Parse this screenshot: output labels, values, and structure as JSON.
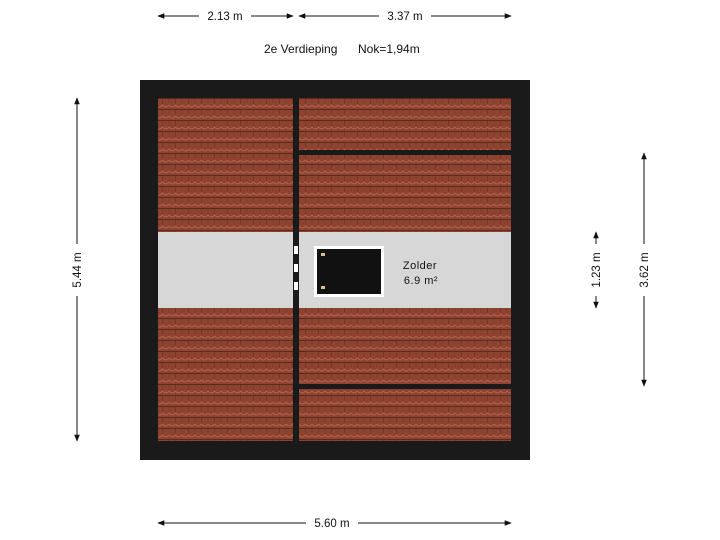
{
  "header": {
    "floor_label": "2e Verdieping",
    "ridge_label": "Nok=1,94m"
  },
  "dimensions": {
    "top_left": "2.13 m",
    "top_right": "3.37 m",
    "bottom": "5.60 m",
    "left": "5.44 m",
    "right_inner": "1.23 m",
    "right_outer": "3.62 m"
  },
  "room": {
    "name": "Zolder",
    "area": "6.9 m²"
  },
  "colors": {
    "wall": "#1a1a1a",
    "roof_tile": "#8e4331",
    "floor": "#d7d7d7",
    "dimension_line": "#111111"
  }
}
